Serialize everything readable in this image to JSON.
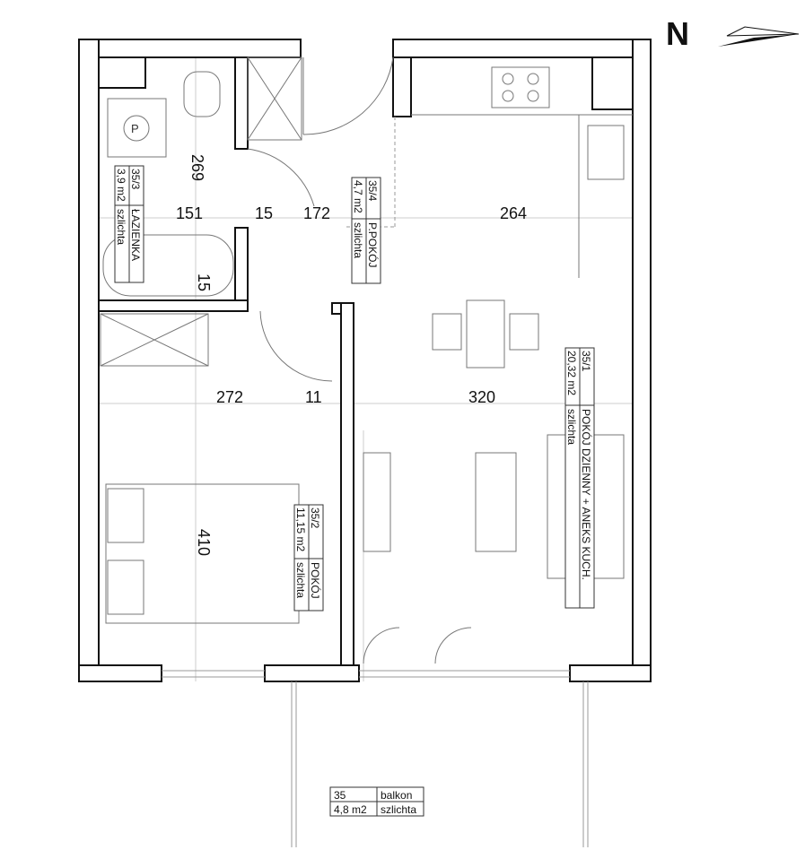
{
  "compass": {
    "label": "N"
  },
  "dimensions": {
    "bath_height": "269",
    "bath_width": "151",
    "wall_gap": "15",
    "hall_width": "172",
    "kitchen_width": "264",
    "bath_lower": "15",
    "bedroom_width": "272",
    "bedroom_gap": "11",
    "living_width": "320",
    "bedroom_height": "410"
  },
  "rooms": {
    "bathroom": {
      "number": "35/3",
      "name": "ŁAZIENKA",
      "area": "3,9 m2",
      "finish": "szlichta"
    },
    "hall": {
      "number": "35/4",
      "name": "P.POKÓJ",
      "area": "4,7 m2",
      "finish": "szlichta"
    },
    "bedroom": {
      "number": "35/2",
      "name": "POKÓJ",
      "area": "11,15 m2",
      "finish": "szlichta"
    },
    "living": {
      "number": "35/1",
      "name": "POKÓJ DZIENNY + ANEKS KUCH.",
      "area": "20,32 m2",
      "finish": "szlichta"
    },
    "balcony": {
      "number": "35",
      "name": "balkon",
      "area": "4,8 m2",
      "finish": "szlichta"
    }
  },
  "symbols": {
    "washer": "P"
  }
}
